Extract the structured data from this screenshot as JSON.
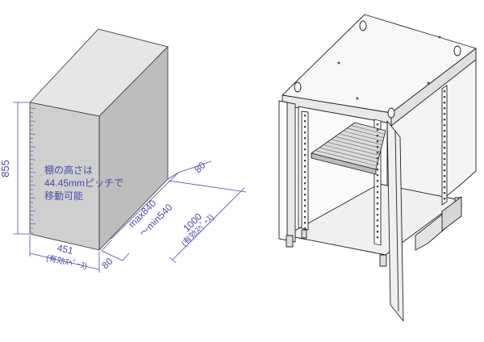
{
  "dimensions": {
    "height": "855",
    "width": "451",
    "width_note": "(有効ｽﾍﾟｰｽ)",
    "depth_front": "80",
    "depth_back": "80",
    "depth_total": "1000",
    "depth_note": "(有効ｽﾍﾟｰｽ)",
    "rail_max": "max840",
    "rail_min": "～min540"
  },
  "note": {
    "line1": "棚の高さは",
    "line2": "44.45mmピッチで",
    "line3": "移動可能"
  },
  "colors": {
    "dimension": "#4a4aa8",
    "outline": "#222222",
    "box_front": "#cfcfcf",
    "box_side": "#bdbdbd",
    "box_top": "#e6e6e6"
  }
}
